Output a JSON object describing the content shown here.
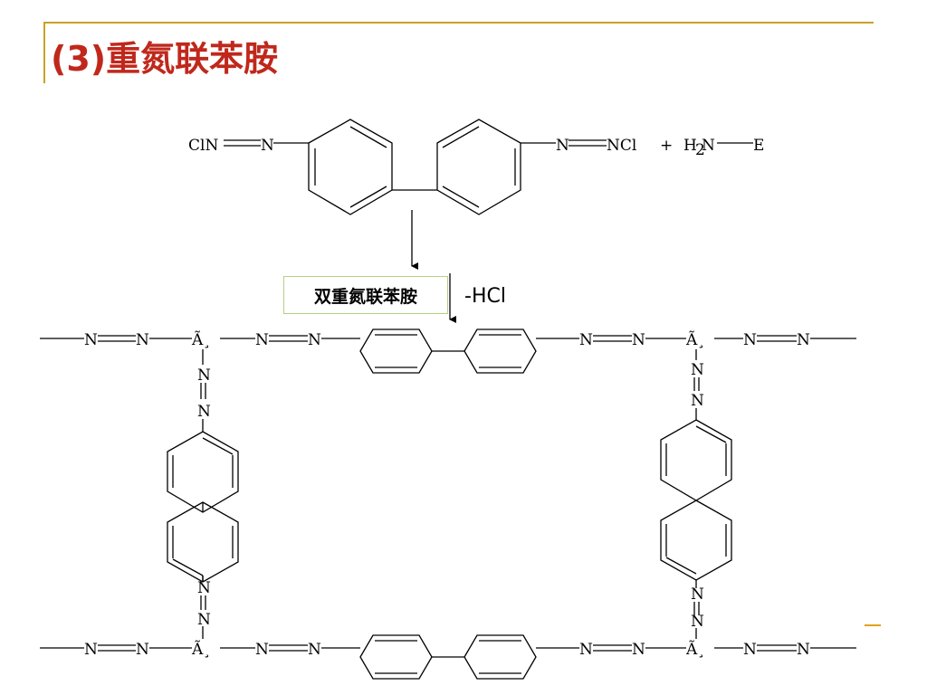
{
  "slide": {
    "title": "(3)重氮联苯胺",
    "reaction": {
      "reagent_box_label": "双重氮联苯胺",
      "byproduct": "-HCl"
    },
    "reactants": {
      "left_group": "ClN",
      "left_n": "N",
      "right_n": "N",
      "right_group": "NCl",
      "plus": "+",
      "amine_h": "H",
      "amine_sub": "2",
      "amine_n": "N",
      "amine_e": "E"
    },
    "network": {
      "n": "N",
      "junction": "Ã¸"
    },
    "colors": {
      "title": "#c0281c",
      "rule": "#c9a227",
      "box_border": "#b7cf86",
      "ink": "#000000"
    }
  }
}
